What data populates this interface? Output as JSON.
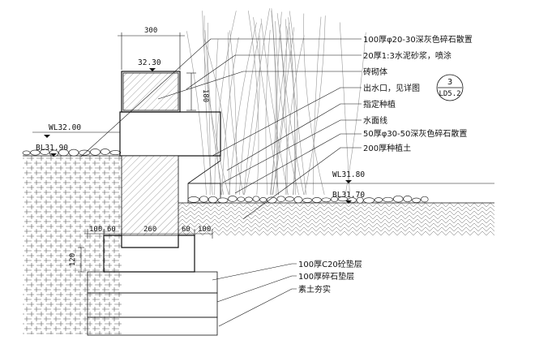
{
  "dimensions": {
    "top_width": "300",
    "wall_height": "180",
    "base_left_offset": "100",
    "base_left_step": "60",
    "base_middle": "260",
    "base_right_step": "60",
    "base_right_offset": "100",
    "footing_height": "120"
  },
  "elevations": {
    "wall_top": "32.30",
    "wl_left": "WL32.00",
    "bl_left": "BL31.90",
    "wl_right": "WL31.80",
    "bl_right": "BL31.70"
  },
  "callouts": [
    "100厚φ20-30深灰色碎石散置",
    "20厚1:3水泥砂浆，喷涂",
    "砖砌体",
    "出水口，见详图",
    "指定种植",
    "水面线",
    "50厚φ30-50深灰色碎石散置",
    "200厚种植土"
  ],
  "detail_ref": {
    "number": "3",
    "sheet": "LD5.2"
  },
  "base_callouts": [
    "100厚C20砼垫层",
    "100厚碎石垫层",
    "素土夯实"
  ],
  "colors": {
    "line": "#111111",
    "paper": "#ffffff"
  }
}
